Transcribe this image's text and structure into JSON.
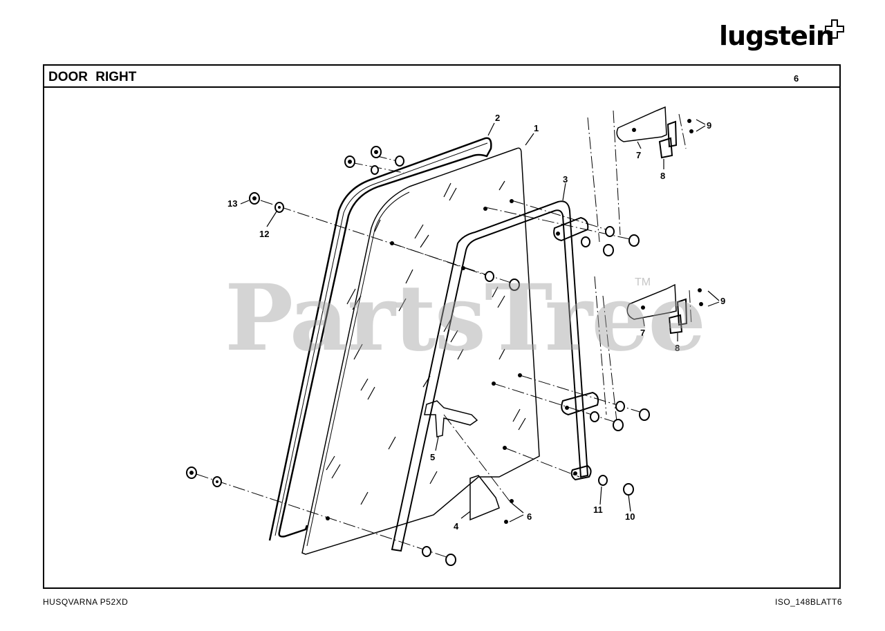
{
  "brand": {
    "logo_text": "lugstein"
  },
  "header": {
    "title": "DOOR  RIGHT",
    "page_number": "6"
  },
  "callouts": {
    "c1": "1",
    "c2": "2",
    "c3": "3",
    "c4": "4",
    "c5": "5",
    "c6": "6",
    "c7a": "7",
    "c7b": "7",
    "c8a": "8",
    "c8b": "8",
    "c9a": "9",
    "c9b": "9",
    "c10": "10",
    "c11": "11",
    "c12": "12",
    "c13": "13"
  },
  "watermark": {
    "text": "PartsTree",
    "tm": "TM"
  },
  "footer": {
    "model": "HUSQVARNA P52XD",
    "doc_code": "ISO_148BLATT6"
  }
}
